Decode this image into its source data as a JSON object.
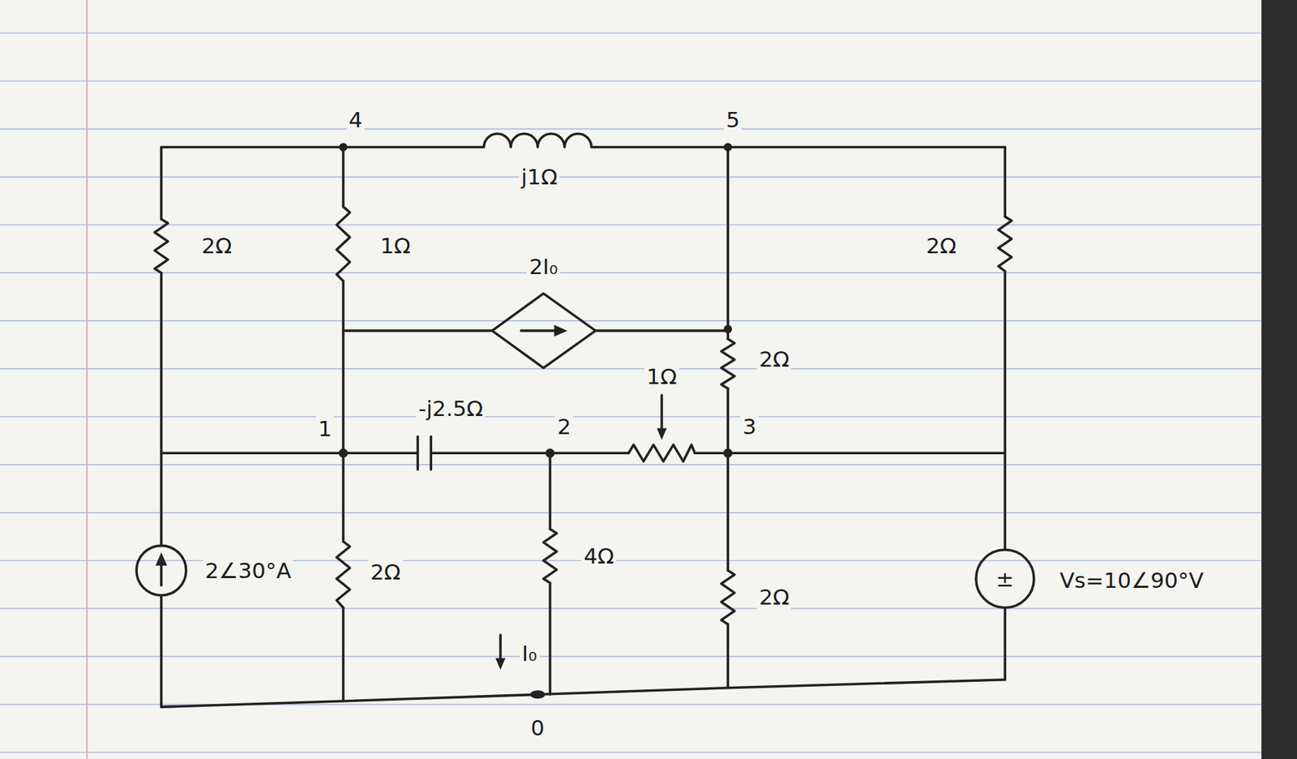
{
  "diagram": {
    "labels": [
      "4",
      "5",
      "j1Ω",
      "2Ω",
      "1Ω",
      "2I₀",
      "2Ω",
      "2Ω",
      "1Ω",
      "-j2.5Ω",
      "1",
      "2",
      "3",
      "2∠30°A",
      "2Ω",
      "4Ω",
      "2Ω",
      "±",
      "Vs=10∠90°V",
      "I₀",
      "0"
    ]
  }
}
